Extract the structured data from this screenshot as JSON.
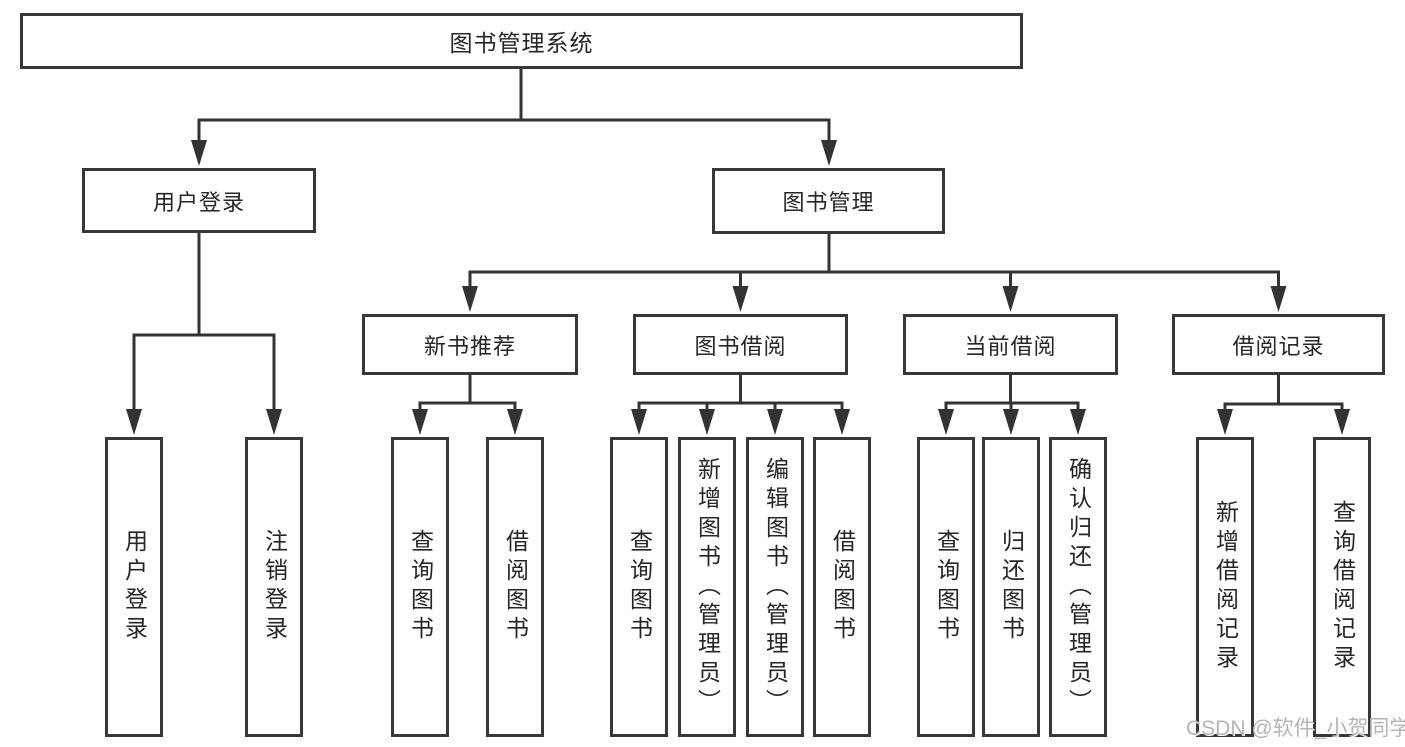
{
  "root": {
    "label": "图书管理系统"
  },
  "branches": {
    "user": {
      "label": "用户登录",
      "leaves": [
        {
          "label": "用户登录"
        },
        {
          "label": "注销登录"
        }
      ]
    },
    "book": {
      "label": "图书管理",
      "groups": [
        {
          "label": "新书推荐",
          "leaves": [
            {
              "label": "查询图书"
            },
            {
              "label": "借阅图书"
            }
          ]
        },
        {
          "label": "图书借阅",
          "leaves": [
            {
              "label": "查询图书"
            },
            {
              "label": "新增图书（管理员）"
            },
            {
              "label": "编辑图书（管理员）"
            },
            {
              "label": "借阅图书"
            }
          ]
        },
        {
          "label": "当前借阅",
          "leaves": [
            {
              "label": "查询图书"
            },
            {
              "label": "归还图书"
            },
            {
              "label": "确认归还（管理员）"
            }
          ]
        },
        {
          "label": "借阅记录",
          "leaves": [
            {
              "label": "新增借阅记录"
            },
            {
              "label": "查询借阅记录"
            }
          ]
        }
      ]
    }
  },
  "watermark": {
    "text": "CSDN @软件_小贺同学"
  },
  "colors": {
    "bg": "#ffffff",
    "line": "#333333",
    "box_border": "#383838",
    "text": "#262626",
    "watermark": "#b5b5b5"
  }
}
